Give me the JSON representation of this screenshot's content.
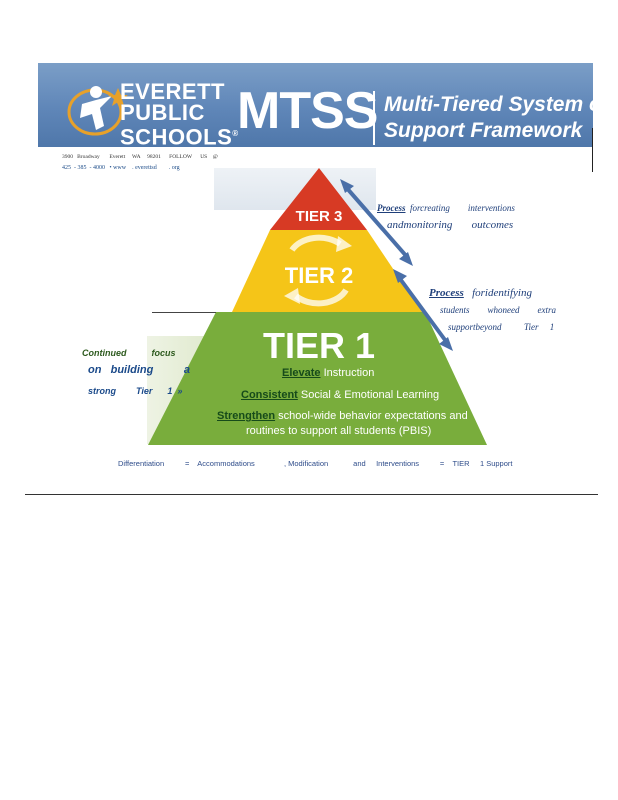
{
  "header": {
    "logo_lines": [
      "EVERETT",
      "PUBLIC",
      "SCHOOLS"
    ],
    "logo_mark": "®",
    "acronym": "MTSS",
    "subtitle_line1": "Multi-Tiered System of",
    "subtitle_line2": "Support Framework",
    "address_line": "3900   Broadway       Everett     WA     98201      FOLLOW      US    @",
    "contact_line": "425  - 385  - 4000   • www    . everettsd        . org"
  },
  "pyramid": {
    "tier3_label": "TIER 3",
    "tier2_label": "TIER 2",
    "tier1_label": "TIER 1",
    "colors": {
      "tier3": "#d73a24",
      "tier2": "#f5c518",
      "tier1": "#79ad3c",
      "arrow": "#4a6fa8"
    }
  },
  "tier1_items": {
    "line1_em": "Elevate",
    "line1_rest": " Instruction",
    "line2_em": "Consistent",
    "line2_rest": " Social & Emotional Learning",
    "line3_em": "Strengthen",
    "line3_rest": " school-wide behavior expectations and",
    "line4": "routines to support all students (PBIS)"
  },
  "annotations": {
    "upper_process": "Process",
    "upper_a": "  forcreating        interventions",
    "upper_b": "andmonitoring       outcomes",
    "lower_process": "Process",
    "lower_a": "   foridentifying",
    "lower_b": "students        whoneed        extra",
    "lower_c": "supportbeyond          Tier     1"
  },
  "continued": {
    "line1": "Continued          focus",
    "line2": "on   building          a",
    "line3": "strong        Tier      1  »"
  },
  "footer_line": "Differentiation          =    Accommodations              , Modification            and     Interventions          =    TIER     1 Support"
}
